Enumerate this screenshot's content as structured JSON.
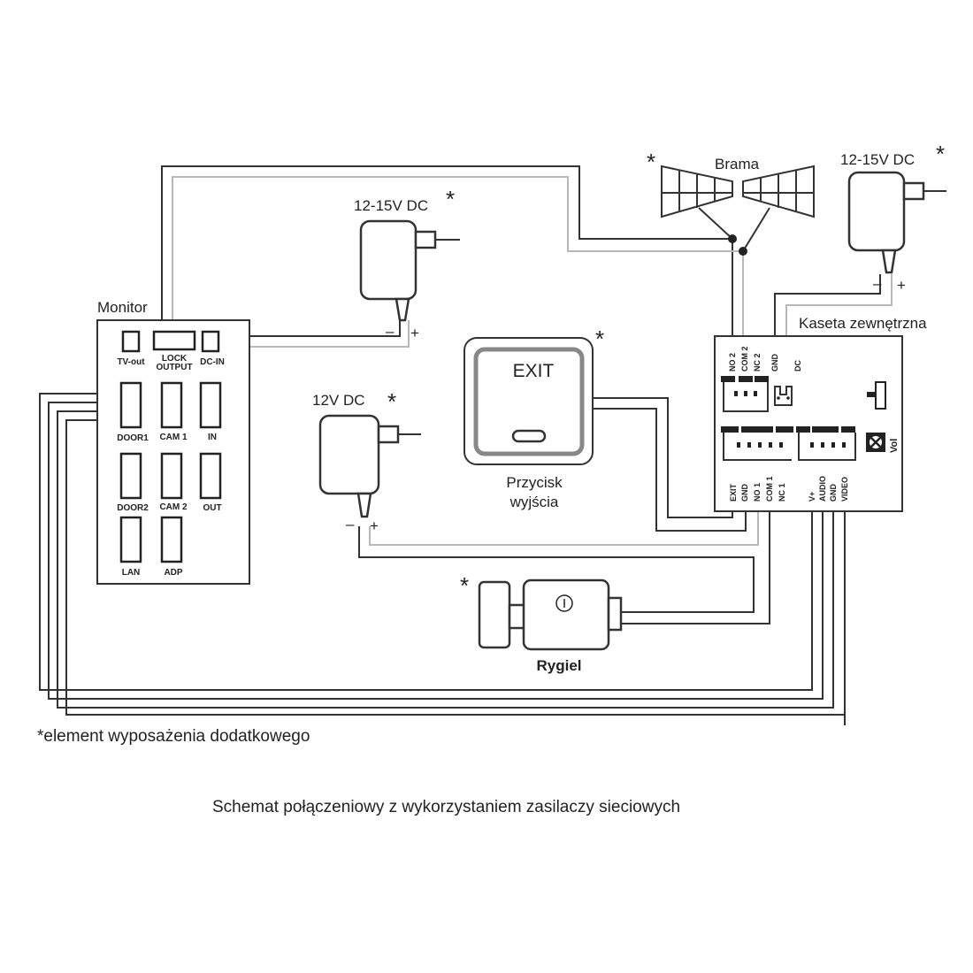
{
  "monitor": {
    "title": "Monitor",
    "ports": {
      "tv_out": "TV-out",
      "lock_1": "LOCK",
      "lock_2": "OUTPUT",
      "dc_in": "DC-IN",
      "door1": "DOOR1",
      "cam1": "CAM 1",
      "in": "IN",
      "door2": "DOOR2",
      "cam2": "CAM 2",
      "out": "OUT",
      "lan": "LAN",
      "adp": "ADP"
    }
  },
  "psu_monitor": {
    "label": "12-15V DC",
    "minus": "–",
    "plus": "+",
    "star": "*"
  },
  "psu_kaseta": {
    "label": "12-15V DC",
    "minus": "–",
    "plus": "+",
    "star": "*"
  },
  "psu_lock": {
    "label": "12V DC",
    "minus": "–",
    "plus": "+",
    "star": "*"
  },
  "gate": {
    "label": "Brama",
    "star": "*"
  },
  "exit_button": {
    "text": "EXIT",
    "label_1": "Przycisk",
    "label_2": "wyjścia",
    "star": "*"
  },
  "kaseta": {
    "title": "Kaseta zewnętrzna",
    "top_terminals": [
      "NO 2",
      "COM 2",
      "NC 2",
      "GND",
      "DC"
    ],
    "bottom_terminals": [
      "EXIT",
      "GND",
      "NO 1",
      "COM 1",
      "NC 1",
      "V+",
      "AUDIO",
      "GND",
      "VIDEO"
    ],
    "vol": "Vol"
  },
  "lock": {
    "label": "Rygiel",
    "star": "*"
  },
  "footnote": "*element wyposażenia dodatkowego",
  "caption": "Schemat połączeniowy z wykorzystaniem zasilaczy sieciowych"
}
